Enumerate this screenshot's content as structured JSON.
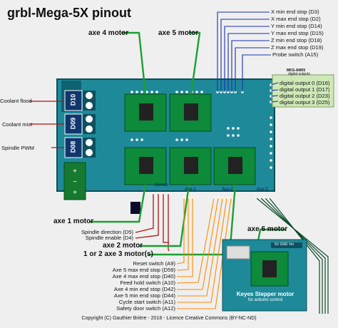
{
  "title": "grbl-Mega-5X pinout",
  "motors": {
    "axe4": "axe 4 motor",
    "axe5": "axe 5 motor",
    "axe1": "axe 1 motor",
    "axe2": "axe 2 motor",
    "axe13": "1 or 2 axe 3 motor(s)",
    "axe6": "axe 6 motor"
  },
  "left_labels": [
    {
      "text": "Coolant flood",
      "pin": "D10"
    },
    {
      "text": "Coolant mist",
      "pin": "D09"
    },
    {
      "text": "Spindle PWM",
      "pin": "D08"
    }
  ],
  "top_right_labels": [
    "X min end stop (D3)",
    "X max end stop (D2)",
    "Y min end stop (D14)",
    "Y max end stop (D15)",
    "Z min end stop (D18)",
    "Z max end stop (D19)",
    "Probe switch (A15)"
  ],
  "digital_outputs": {
    "header1": "MKS-AM05",
    "header2": "digital outputs",
    "items": [
      "digital output 0 (D16)",
      "digital output 1 (D17)",
      "digital output 2 (D23)",
      "digital output 3 (D25)"
    ]
  },
  "spindle_labels": [
    "Spindle direction (D5)",
    "Spindle enable (D4)"
  ],
  "bottom_left_labels": [
    "Reset switch (A9)",
    "Axe 5 max end stop (D59)",
    "Axe 4 max end stop (D40)",
    "Feed hold switch (A10)",
    "Axe 4 min end stop (D42)",
    "Axe 5 min end stop (D44)",
    "Cycle start switch (A11)",
    "Safety door switch (A12)"
  ],
  "board_labels": {
    "servos": "Servos",
    "aux1": "Aux-1",
    "aux2": "Aux-2",
    "aux3": "Aux-3"
  },
  "keyes": {
    "title": "Keyes Stepper motor",
    "subtitle": "for arduino control",
    "pins": "5V  GND  Vin"
  },
  "copyright": "Copyright (C) Gauthier Brière - 2018 - Licence Creative Commons (BY-NC-ND)",
  "colors": {
    "board": "#1e8a99",
    "driver": "#0d8a3a",
    "wire_blue": "#1b2fb0",
    "wire_red": "#b01212",
    "wire_green": "#1aa032",
    "wire_orange": "#ff8a00",
    "outputs_box": "#cfe8b8"
  }
}
